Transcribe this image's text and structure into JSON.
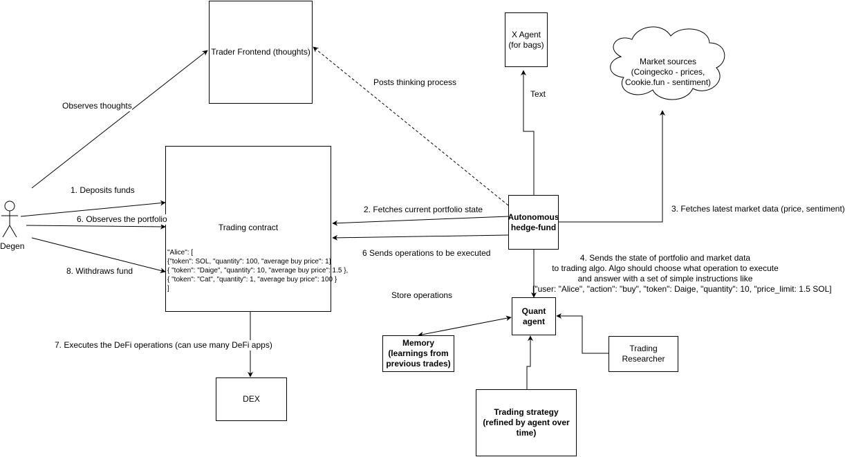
{
  "nodes": {
    "trader_frontend": "Trader Frontend (thoughts)",
    "x_agent": "X Agent (for bags)",
    "market_sources": [
      "Market sources",
      "(Coingecko - prices,",
      "Cookie.fun - sentiment)"
    ],
    "trading_contract": {
      "title": "Trading contract",
      "state_lines": [
        "\"Alice\": [",
        "{\"token\": SOL, \"quantity\": 100, \"average buy price\": 1}",
        "{ \"token\": \"Daige\", \"quantity\": 10, \"average buy price\": 1.5 },",
        "{ \"token\": \"Cat\", \"quantity\": 1, \"average buy price\": 100 }",
        "]"
      ]
    },
    "hedge_fund": "Autonomous hedge-fund",
    "degen": "Degen",
    "quant_agent": "Quant agent",
    "memory": "Memory (learnings from previous trades)",
    "trading_researcher": "Trading Researcher",
    "trading_strategy": "Trading strategy (refined by agent over time)",
    "dex": "DEX"
  },
  "edges": {
    "observes_thoughts": "Observes thoughts",
    "posts_thinking": "Posts thinking process",
    "text": "Text",
    "deposits": "1. Deposits funds",
    "observes_portfolio": "6. Observes the portfolio",
    "withdraws": "8. Withdraws fund",
    "fetches_portfolio": "2. Fetches current portfolio state",
    "sends_operations": "6 Sends operations to be executed",
    "fetches_market": "3. Fetches latest market data (price, sentiment)",
    "store_operations": "Store operations",
    "executes_defi": "7. Executes the DeFi operations (can use many DeFi apps)",
    "sends_state": [
      "4. Sends the state of portfolio and market data",
      "to trading algo. Algo should choose what operation to execute",
      "and answer with a set of simple instructions like",
      "[\"user: \"Alice\", \"action\": \"buy\", \"token\": Daige, \"quantity\": 10, \"price_limit: 1.5 SOL]"
    ]
  }
}
